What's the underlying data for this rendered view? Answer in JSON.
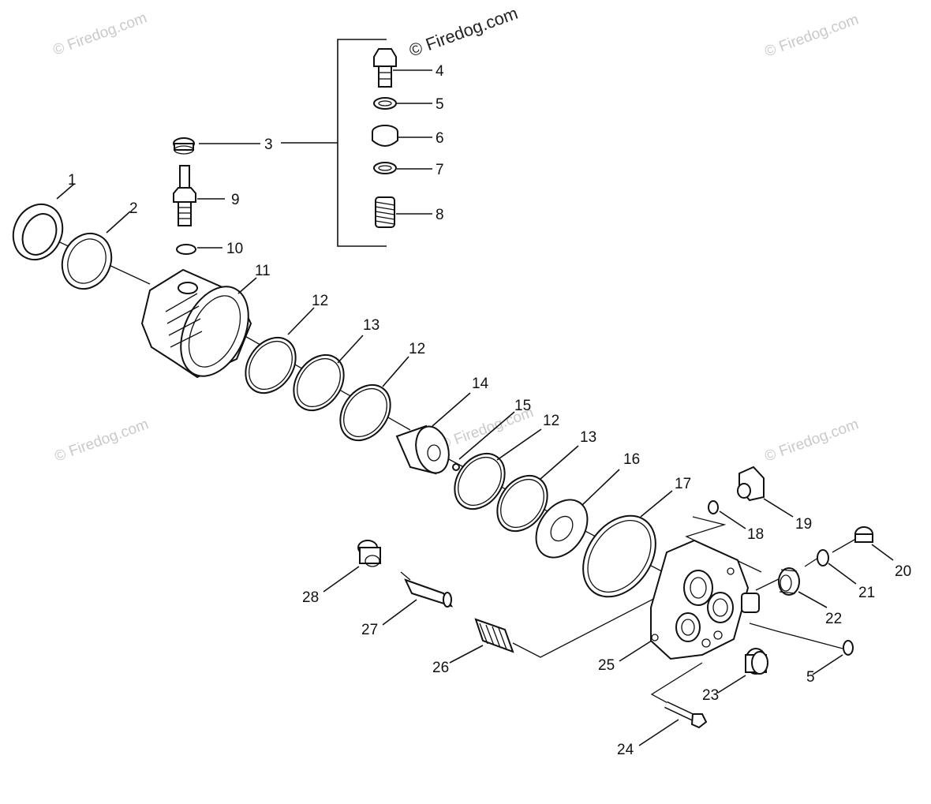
{
  "copyright": "© Firedog.com",
  "watermark": "© Firedog.com",
  "callouts": [
    {
      "id": "c1",
      "text": "1"
    },
    {
      "id": "c2",
      "text": "2"
    },
    {
      "id": "c3",
      "text": "3"
    },
    {
      "id": "c4",
      "text": "4"
    },
    {
      "id": "c5a",
      "text": "5"
    },
    {
      "id": "c6",
      "text": "6"
    },
    {
      "id": "c7",
      "text": "7"
    },
    {
      "id": "c8",
      "text": "8"
    },
    {
      "id": "c9",
      "text": "9"
    },
    {
      "id": "c10",
      "text": "10"
    },
    {
      "id": "c11",
      "text": "11"
    },
    {
      "id": "c12a",
      "text": "12"
    },
    {
      "id": "c13a",
      "text": "13"
    },
    {
      "id": "c12b",
      "text": "12"
    },
    {
      "id": "c14",
      "text": "14"
    },
    {
      "id": "c15",
      "text": "15"
    },
    {
      "id": "c12c",
      "text": "12"
    },
    {
      "id": "c13b",
      "text": "13"
    },
    {
      "id": "c16",
      "text": "16"
    },
    {
      "id": "c17",
      "text": "17"
    },
    {
      "id": "c18",
      "text": "18"
    },
    {
      "id": "c19",
      "text": "19"
    },
    {
      "id": "c20",
      "text": "20"
    },
    {
      "id": "c21",
      "text": "21"
    },
    {
      "id": "c22",
      "text": "22"
    },
    {
      "id": "c23",
      "text": "23"
    },
    {
      "id": "c24",
      "text": "24"
    },
    {
      "id": "c25",
      "text": "25"
    },
    {
      "id": "c26",
      "text": "26"
    },
    {
      "id": "c27",
      "text": "27"
    },
    {
      "id": "c28",
      "text": "28"
    },
    {
      "id": "c5b",
      "text": "5"
    }
  ]
}
